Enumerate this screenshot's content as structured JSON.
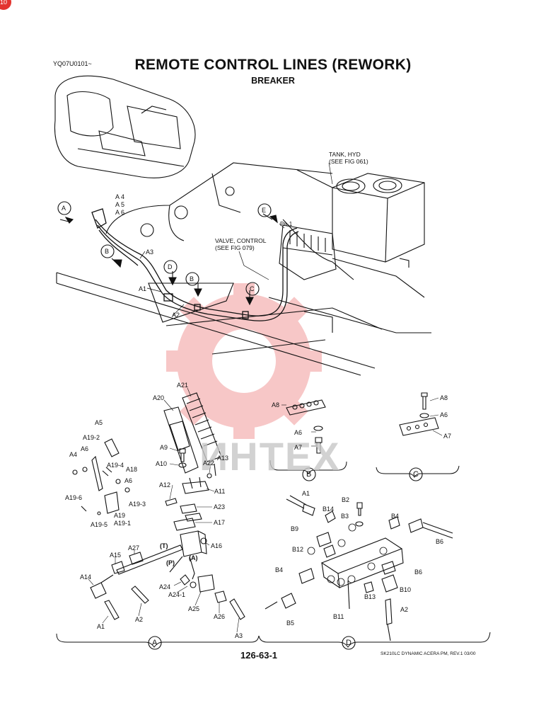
{
  "header": {
    "page_code": "YQ07U0101~",
    "title": "REMOTE CONTROL LINES (REWORK)",
    "subtitle": "BREAKER"
  },
  "callouts_top": {
    "tank": "TANK, HYD\n(SEE FIG 061)",
    "valve": "VALVE, CONTROL\n(SEE FIG 079)",
    "a4": "A 4",
    "a5": "A 5",
    "a6": "A 6",
    "a3": "A3",
    "a1": "A1",
    "a2": "A2",
    "pa": "PA₁1"
  },
  "circle_letters": {
    "a": "A",
    "b": "B",
    "c": "C",
    "d": "D",
    "e": "E"
  },
  "detail_a_labels": [
    "A21",
    "A20",
    "A9",
    "A10",
    "A22",
    "A13",
    "A12",
    "A11",
    "A23",
    "A17",
    "A16",
    "A27",
    "A15",
    "A14",
    "A1",
    "A2",
    "A24",
    "A24-1",
    "A25",
    "A26",
    "A3",
    "A5",
    "A19-2",
    "A4",
    "A6",
    "A19-4",
    "A18",
    "A6",
    "A19-6",
    "A19",
    "A19-3",
    "A19-5",
    "A19-1"
  ],
  "detail_a_ports": {
    "t": "(T)",
    "p": "(P)",
    "a": "(A)"
  },
  "detail_b_labels": [
    "A8",
    "A6",
    "A7"
  ],
  "detail_c_labels": [
    "A8",
    "A6",
    "A7"
  ],
  "detail_d_labels": [
    "A1",
    "B2",
    "B14",
    "B3",
    "B4",
    "B9",
    "B12",
    "B6",
    "B4",
    "B6",
    "B10",
    "B13",
    "A2",
    "B5",
    "B11"
  ],
  "section_tags": {
    "a": "A",
    "b": "B",
    "c": "C",
    "d": "D"
  },
  "watermark": {
    "text": "ИНТЕХ",
    "color": "#e33a3a"
  },
  "footer": {
    "page_number": "126-63-1",
    "revision": "SK210LC DYNAMIC ACERA PM, REV.1 03/00"
  },
  "corner_mark": "10"
}
